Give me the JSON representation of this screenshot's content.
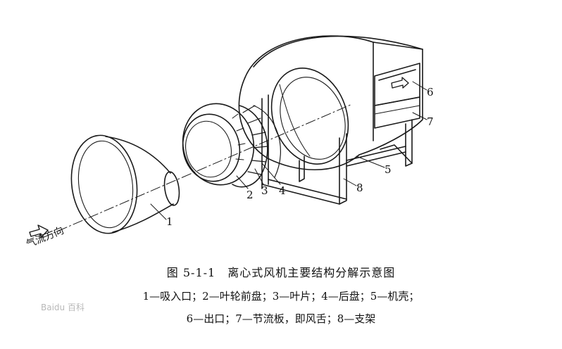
{
  "figure": {
    "title": "图 5-1-1　离心式风机主要结构分解示意图",
    "legend_line1": "1—吸入口；2—叶轮前盘；3—叶片；4—后盘；5—机壳；",
    "legend_line2": "6—出口；7—节流板，即风舌；8—支架",
    "flow_label": "气流方向",
    "watermark": "Baidu 百科"
  },
  "part_labels": {
    "inlet": "1",
    "front_disc": "2",
    "blade": "3",
    "back_disc": "4",
    "casing": "5",
    "outlet": "6",
    "throttle_plate": "7",
    "support": "8"
  },
  "icons": {
    "flow_arrow": "outline-arrow-icon",
    "outlet_arrow": "outlet-arrow-icon"
  },
  "colors": {
    "line": "#1a1a1a",
    "background": "#ffffff"
  }
}
